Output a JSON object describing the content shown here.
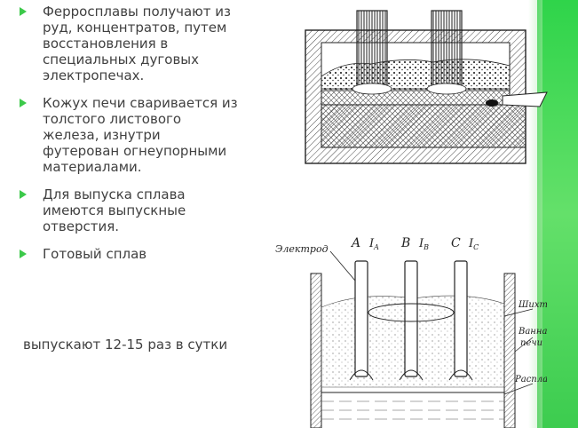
{
  "bullets": [
    {
      "text_lines": [
        "Ферросплавы получают из",
        "руд, концентратов, путем",
        "восстановления в",
        "специальных дуговых",
        "электропечах."
      ]
    },
    {
      "text_lines": [
        "Кожух печи сваривается из",
        "толстого листового",
        "железа, изнутри",
        "футерован огнеупорными",
        "материалами."
      ]
    },
    {
      "text_lines": [
        "Для выпуска сплава",
        "имеются выпускные",
        "отверстия."
      ]
    },
    {
      "text_lines": [
        "Готовый сплав"
      ]
    }
  ],
  "tail_text": "выпускают 12-15 раз в сутки",
  "diagram2": {
    "electrode_label": "Электрод",
    "phase_labels": [
      "A",
      "B",
      "C"
    ],
    "current_labels": [
      "I",
      "I",
      "I"
    ],
    "current_subscripts": [
      "A",
      "B",
      "C"
    ],
    "right_labels": [
      "Шихта",
      "Ванна",
      "печи",
      "Расплав"
    ]
  },
  "colors": {
    "accent": "#3cc94a",
    "text": "#404040"
  }
}
